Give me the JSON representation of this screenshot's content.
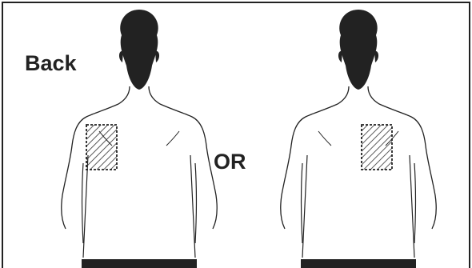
{
  "labels": {
    "back": "Back",
    "or": "OR"
  },
  "figures": [
    {
      "view": "back",
      "shaded_area": "left-upper-back"
    },
    {
      "view": "back",
      "shaded_area": "right-upper-back"
    }
  ],
  "colors": {
    "ink": "#222222",
    "background": "#ffffff"
  }
}
